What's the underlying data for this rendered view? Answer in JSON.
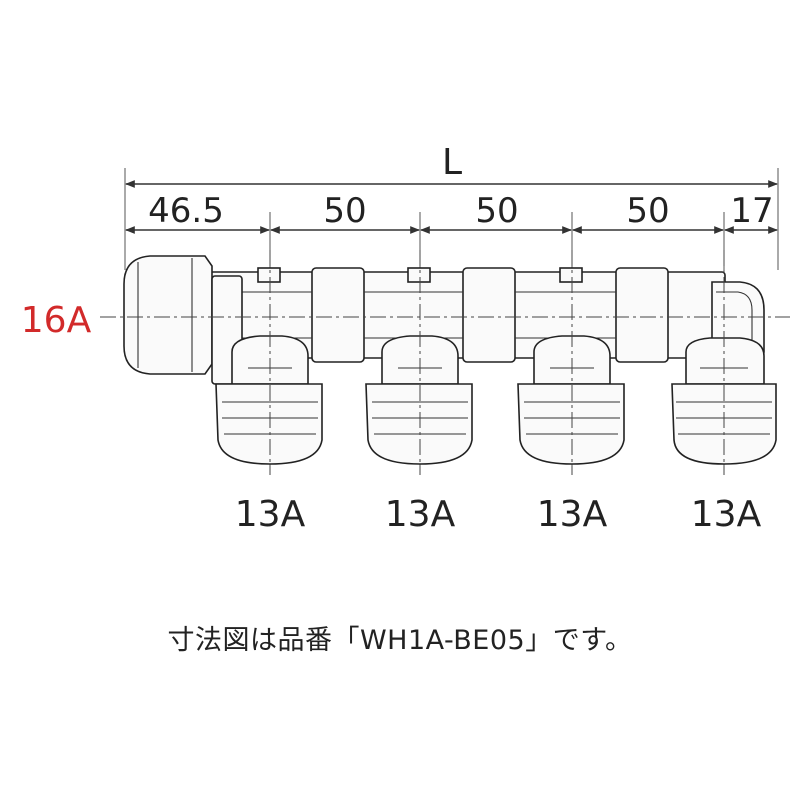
{
  "dimensions": {
    "overall": "L",
    "segments": [
      "46.5",
      "50",
      "50",
      "50",
      "17"
    ]
  },
  "inlet_label": "16A",
  "outlet_labels": [
    "13A",
    "13A",
    "13A",
    "13A"
  ],
  "caption": "寸法図は品番「WH1A-BE05」です。",
  "colors": {
    "inlet_label": "#d22a2a",
    "lines": "#222222"
  }
}
